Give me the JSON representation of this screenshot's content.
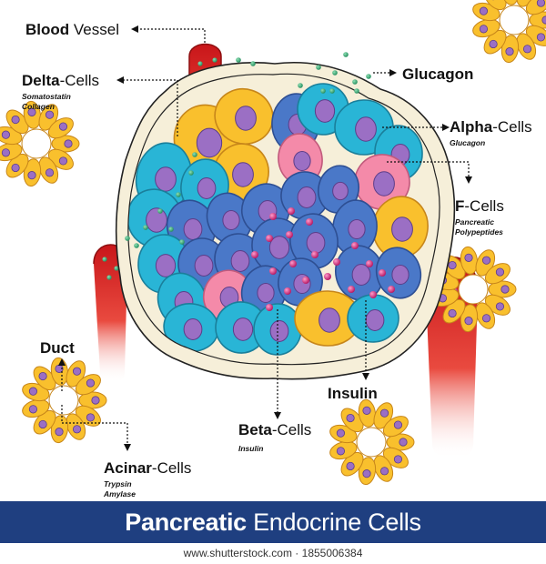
{
  "labels": {
    "blood_vessel": {
      "bold": "Blood",
      "rest": " Vessel"
    },
    "delta": {
      "bold": "Delta",
      "rest": "-Cells",
      "subs": [
        "Somatostatin",
        "Collagen"
      ]
    },
    "glucagon": "Glucagon",
    "alpha": {
      "bold": "Alpha",
      "rest": "-Cells",
      "subs": [
        "Glucagon"
      ]
    },
    "f_cells": {
      "bold": "F",
      "rest": "-Cells",
      "subs": [
        "Pancreatic",
        "Polypeptides"
      ]
    },
    "duct": "Duct",
    "insulin": "Insulin",
    "beta": {
      "bold": "Beta",
      "rest": "-Cells",
      "subs": [
        "Insulin"
      ]
    },
    "acinar": {
      "bold": "Acinar",
      "rest": "-Cells",
      "subs": [
        "Trypsin",
        "Amylase"
      ]
    }
  },
  "title": {
    "bold": "Pancreatic",
    "rest": " Endocrine Cells"
  },
  "footer": "www.shutterstock.com · 1855006384",
  "colors": {
    "alpha_cell": "#29b5d6",
    "beta_cell": "#4a78c8",
    "delta_cell": "#f9c02d",
    "f_cell": "#f48aa9",
    "nucleus": "#9b6fc4",
    "vessel": "#d9201c",
    "acinar_cell": "#f9c02d",
    "banner": "#1f3f80",
    "glucagon_granule": "#2aa571",
    "insulin_granule": "#d81b7a"
  }
}
